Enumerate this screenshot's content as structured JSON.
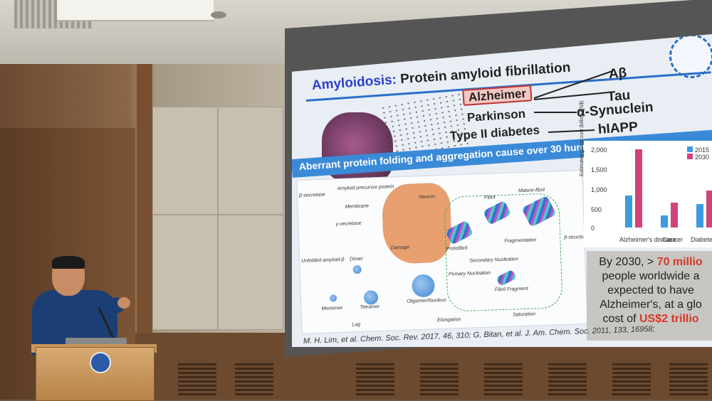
{
  "slide": {
    "title_highlight": "Amyloidosis:",
    "title_rest": " Protein amyloid fibrillation",
    "diseases": [
      "Alzheimer",
      "Parkinson",
      "Type II diabetes"
    ],
    "proteins": [
      "Aβ",
      "Tau",
      "α-Synuclein",
      "hIAPP"
    ],
    "band_text": "Aberrant protein folding and aggregation cause over 30 human diseas",
    "diagram_labels": {
      "secretase_beta": "β-secretase",
      "app": "Amyloid precursor protein",
      "membrane": "Membrane",
      "secretase_gamma": "γ-secretase",
      "unfolded": "Unfolded amyloid-β",
      "dimer": "Dimer",
      "monomer": "Monomer",
      "tetramer": "Tetramer",
      "oligomer": "Oligomer/Nucleus",
      "neuron": "Neuron",
      "damage": "Damage",
      "protofibril": "Protofibril",
      "fibril": "Fibril",
      "mature_fibril": "Mature-fibril",
      "fibril_fragment": "Fibril Fragment",
      "fragmentation": "Fragmentation",
      "primary_nucleation": "Primary Nucleation",
      "secondary_nucleation": "Secondary Nucleation",
      "beta_structure": "β-structure",
      "lag": "Lag",
      "elongation": "Elongation",
      "saturation": "Saturation"
    },
    "stat_line1": "By 2030, > ",
    "stat_line1_red": "70 millio",
    "stat_line2": "people worldwide a",
    "stat_line3": "expected to have",
    "stat_line4": "Alzheimer's, at a glo",
    "stat_line5": "cost of ",
    "stat_line5_red": "US$2 trillio",
    "citation": "M. H. Lim, et al. Chem. Soc. Rev. 2017, 46, 310; G. Bitan, et al. J. Am. Chem. Soc. 2011, 133, 16958;"
  },
  "chart_data": {
    "type": "bar",
    "ylabel": "Estimated global cost (billion US$)",
    "yticks": [
      "2,000",
      "1,500",
      "1,000",
      "500",
      "0"
    ],
    "ylim": [
      0,
      2000
    ],
    "categories": [
      "Alzheimer's disease",
      "Cancer",
      "Diabete"
    ],
    "series": [
      {
        "name": "2015",
        "values": [
          820,
          300,
          600
        ]
      },
      {
        "name": "2030",
        "values": [
          2000,
          640,
          940
        ]
      }
    ],
    "colors": {
      "2015": "#3d9be0",
      "2030": "#d2417a"
    }
  }
}
